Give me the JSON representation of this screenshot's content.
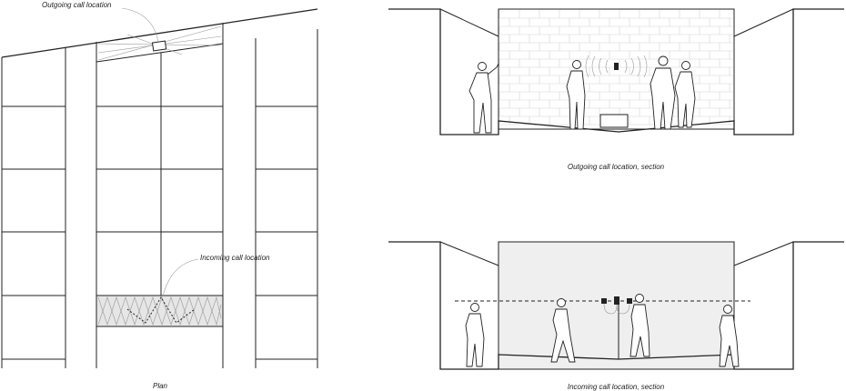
{
  "labels": {
    "outgoing_callout": "Outgoing call location",
    "incoming_callout": "Incoming call location",
    "plan_caption": "Plan",
    "outgoing_section_caption": "Outgoing call location, section",
    "incoming_section_caption": "Incoming call location, section"
  },
  "colors": {
    "line": "#222222",
    "wall_shade": "#efefef",
    "zone_shade": "#e6e6e6",
    "brick": "#d4d4d4"
  }
}
